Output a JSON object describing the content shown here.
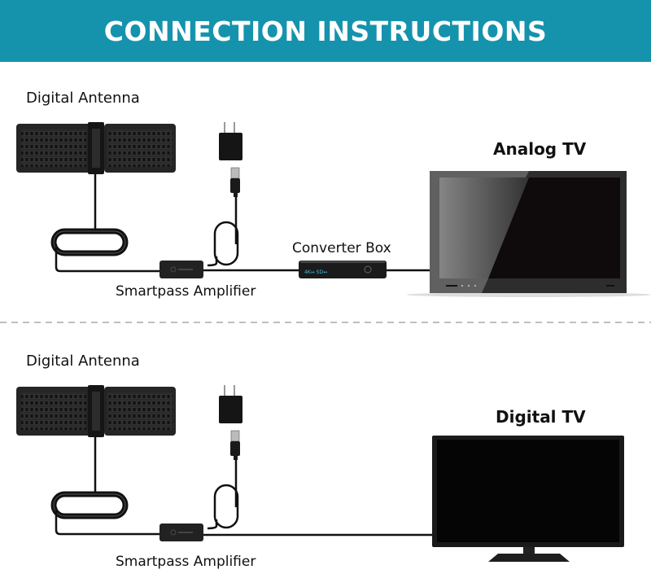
{
  "header": {
    "title": "CONNECTION INSTRUCTIONS"
  },
  "sections": [
    {
      "antenna_label": "Digital Antenna",
      "amplifier_label": "Smartpass Amplifier",
      "converter_label": "Converter Box",
      "converter_display": "4K↔ SD↔",
      "tv_label": "Analog TV"
    },
    {
      "antenna_label": "Digital Antenna",
      "amplifier_label": "Smartpass Amplifier",
      "tv_label": "Digital TV"
    }
  ],
  "colors": {
    "header": "#1593ad",
    "device": "#1c1c1c",
    "cable": "#111111"
  }
}
